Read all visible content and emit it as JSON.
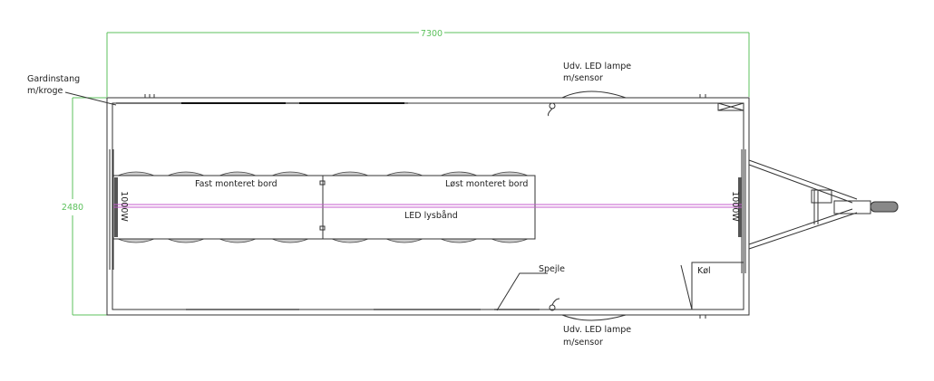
{
  "dimensions": {
    "length": "7300",
    "width": "2480"
  },
  "labels": {
    "curtain_rod": [
      "Gardinstang",
      "m/kroge"
    ],
    "led_lamp_top": [
      "Udv. LED lampe",
      "m/sensor"
    ],
    "led_lamp_bottom": [
      "Udv. LED lampe",
      "m/sensor"
    ],
    "fixed_table": "Fast monteret bord",
    "loose_table": "Løst monteret bord",
    "led_strip": "LED lysbånd",
    "mirror": "Spejle",
    "fridge": "Køl",
    "heater_left": "1000W",
    "heater_right": "1000W"
  },
  "colors": {
    "dimension": "#5cc15c",
    "led_strip": "#c45ccc",
    "line": "#333333"
  }
}
